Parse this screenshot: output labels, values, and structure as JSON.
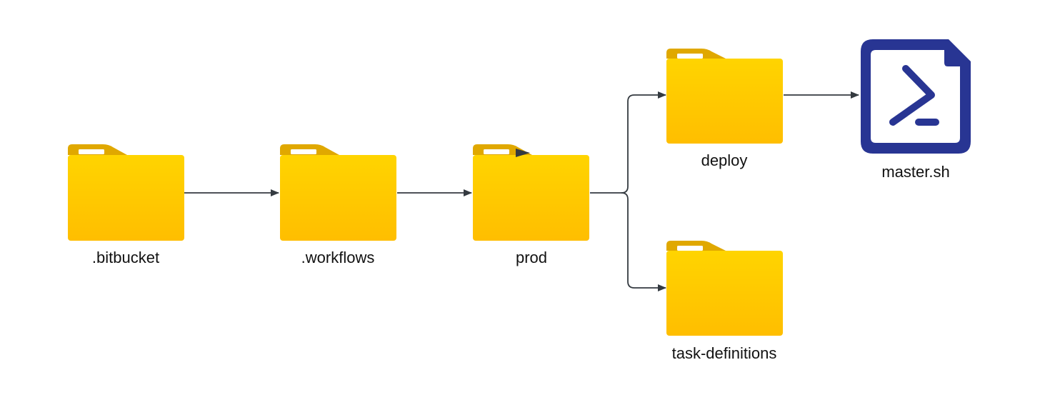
{
  "diagram": {
    "nodes": [
      {
        "id": "bitbucket",
        "label": ".bitbucket",
        "icon": "folder-icon"
      },
      {
        "id": "workflows",
        "label": ".workflows",
        "icon": "folder-icon"
      },
      {
        "id": "prod",
        "label": "prod",
        "icon": "folder-icon"
      },
      {
        "id": "deploy",
        "label": "deploy",
        "icon": "folder-icon"
      },
      {
        "id": "task_definitions",
        "label": "task-definitions",
        "icon": "folder-icon"
      },
      {
        "id": "master_sh",
        "label": "master.sh",
        "icon": "powershell-script-icon"
      }
    ],
    "edges": [
      {
        "from": "bitbucket",
        "to": "workflows"
      },
      {
        "from": "workflows",
        "to": "prod"
      },
      {
        "from": "prod",
        "to": "deploy"
      },
      {
        "from": "prod",
        "to": "task_definitions"
      },
      {
        "from": "deploy",
        "to": "master_sh"
      }
    ],
    "colors": {
      "folder_front_top": "#FFD400",
      "folder_front_bottom": "#FFBE00",
      "folder_tab": "#E0A800",
      "folder_tab_slot": "#FFFFFF",
      "arrow": "#343A40",
      "script_icon": "#283593",
      "label_text": "#111111"
    }
  }
}
